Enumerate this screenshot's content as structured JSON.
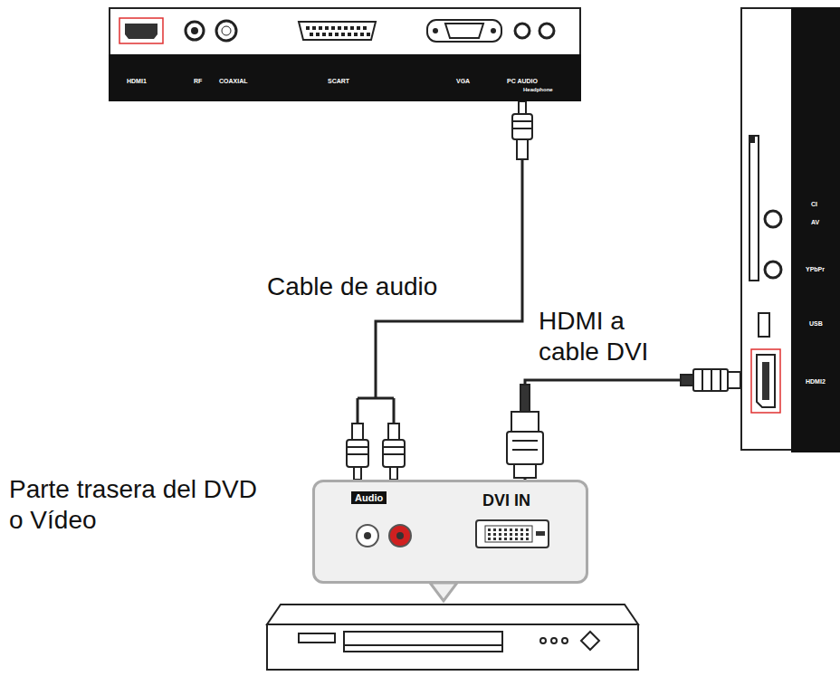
{
  "diagram": {
    "nodes": [
      {
        "text": [
          "HDMI1",
          "RF",
          "COAXIAL",
          "SCART",
          "VGA",
          "PC AUDIO",
          "Headphone"
        ]
      },
      {
        "text": [
          "CI",
          "AV",
          "YPbPr",
          "USB",
          "HDMI2"
        ]
      },
      {
        "text": [
          "Audio",
          "DVI IN"
        ]
      }
    ],
    "edges": [
      {
        "from": 0,
        "to": 2,
        "label": "Cable de audio",
        "arrow": "none"
      },
      {
        "from": 1,
        "to": 2,
        "label": "HDMI a cable DVI",
        "arrow": "none"
      }
    ],
    "labels": [
      "Parte trasera del DVD o Vídeo"
    ]
  }
}
